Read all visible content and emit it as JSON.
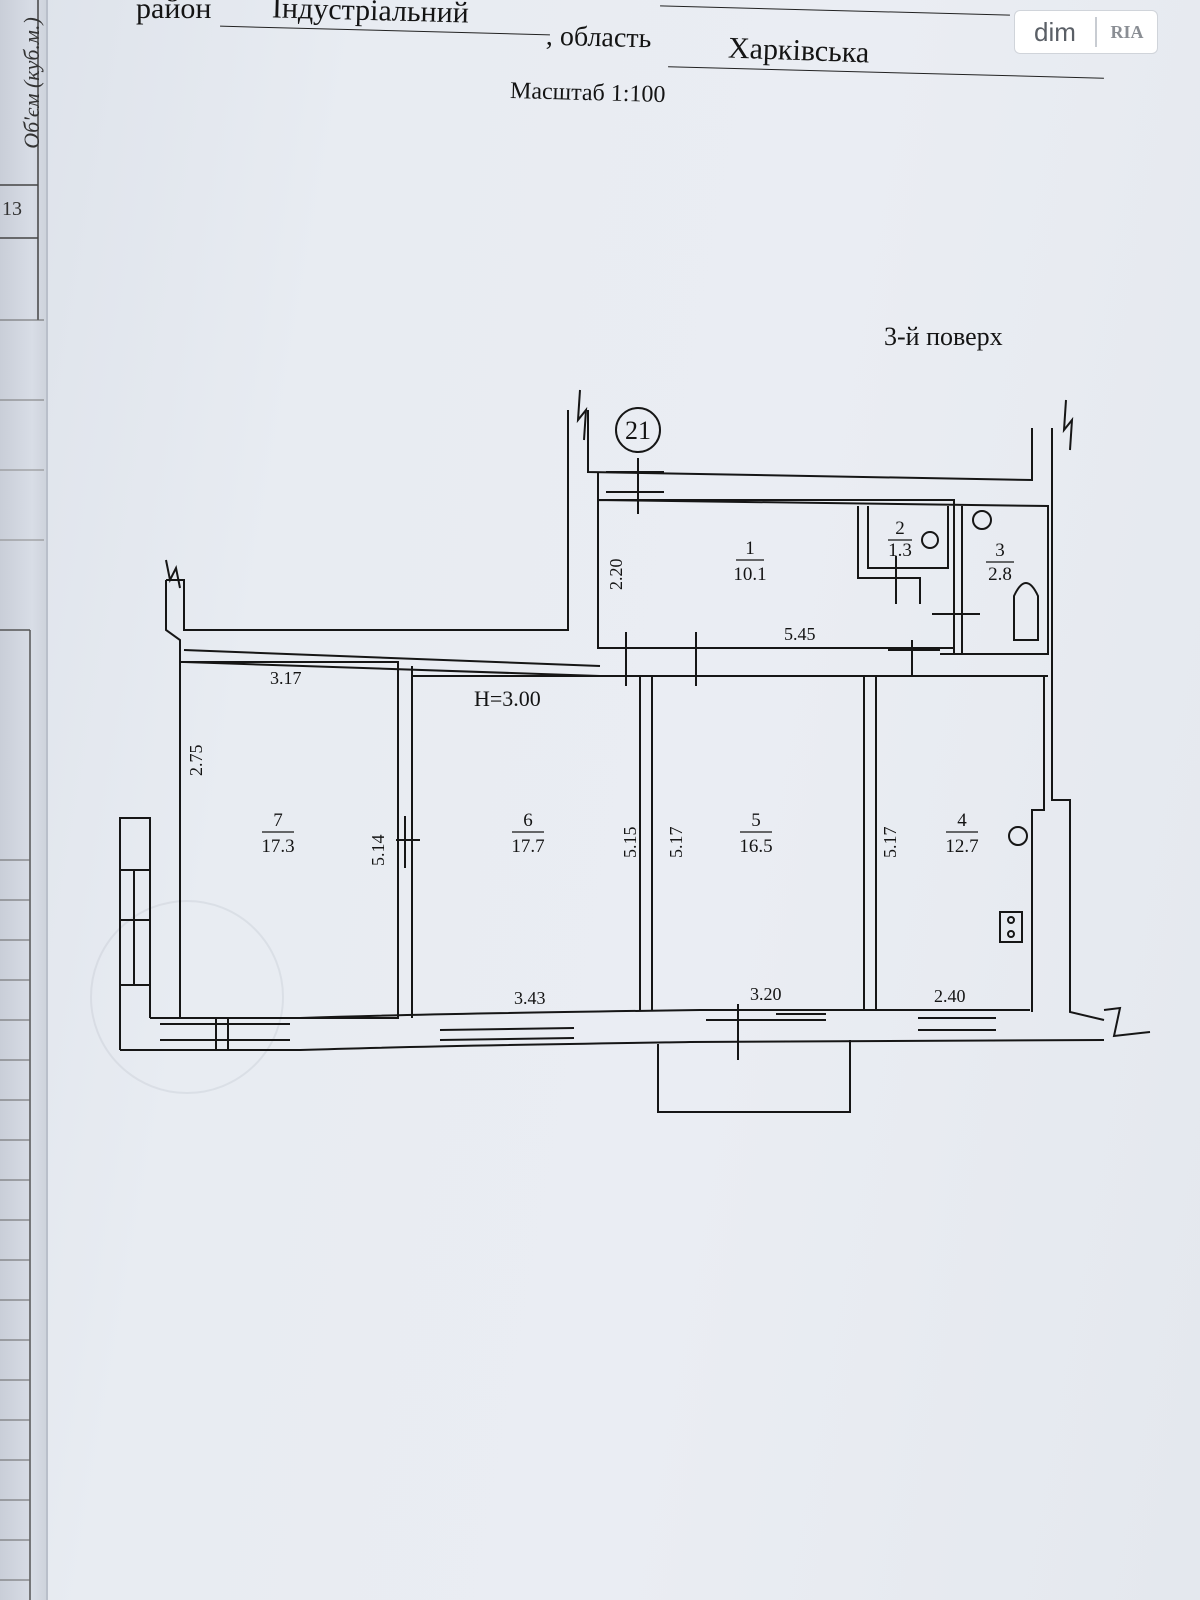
{
  "header": {
    "district_label": "район",
    "district_value": "Індустріальний",
    "region_label": ", область",
    "region_value": "Харківська",
    "scale": "Масштаб 1:100"
  },
  "binding": {
    "vertical_text": "Об'єм (куб.м.)",
    "number": "13"
  },
  "watermark": {
    "left": "dim",
    "right": "RIA"
  },
  "floor_label": "3-й поверх",
  "building_number": "21",
  "ceiling_height": "H=3.00",
  "rooms": [
    {
      "number": "1",
      "area": "10.1"
    },
    {
      "number": "2",
      "area": "1.3"
    },
    {
      "number": "3",
      "area": "2.8"
    },
    {
      "number": "4",
      "area": "12.7"
    },
    {
      "number": "5",
      "area": "16.5"
    },
    {
      "number": "6",
      "area": "17.7"
    },
    {
      "number": "7",
      "area": "17.3"
    }
  ],
  "dimensions": {
    "room1_height": "2.20",
    "room1_width": "5.45",
    "room7_width": "3.17",
    "room7_upper": "2.75",
    "room7_depth": "5.14",
    "room6_depth": "5.15",
    "room6_width": "3.43",
    "room5_depth": "5.17",
    "room5_width": "3.20",
    "room4_depth": "5.17",
    "room4_width": "2.40"
  }
}
